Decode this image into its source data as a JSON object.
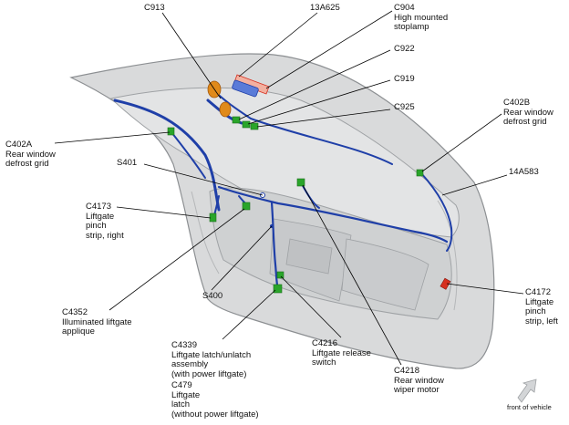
{
  "title": "",
  "colors": {
    "harness": "#1f3fa8",
    "connector": "#2aa52a",
    "stoplamp": "#e08a1a",
    "highlight": "#d73020",
    "panel": "#d9dadb",
    "panel_edge": "#8c8f92",
    "leader": "#000000"
  },
  "labels": {
    "c913": "C913",
    "p13a625": "13A625",
    "c904": [
      "C904",
      "High mounted",
      "stoplamp"
    ],
    "c922": "C922",
    "c919": "C919",
    "c925": "C925",
    "c402a": [
      "C402A",
      "Rear window",
      "defrost grid"
    ],
    "c402b": [
      "C402B",
      "Rear window",
      "defrost grid"
    ],
    "s401": "S401",
    "p14a583": "14A583",
    "c4173": [
      "C4173",
      "Liftgate",
      "pinch",
      "strip, right"
    ],
    "s400": "S400",
    "c4352": [
      "C4352",
      "Illuminated liftgate",
      "applique"
    ],
    "c4172": [
      "C4172",
      "Liftgate",
      "pinch",
      "strip, left"
    ],
    "c4339": [
      "C4339",
      "Liftgate latch/unlatch",
      "assembly",
      "(with power liftgate)"
    ],
    "c479": [
      "C479",
      "Liftgate",
      "latch",
      "(without power liftgate)"
    ],
    "c4216": [
      "C4216",
      "Liftgate release",
      "switch"
    ],
    "c4218": [
      "C4218",
      "Rear window",
      "wiper motor"
    ],
    "front": "front of vehicle"
  },
  "icons": [
    "front-of-vehicle-arrow-icon"
  ]
}
